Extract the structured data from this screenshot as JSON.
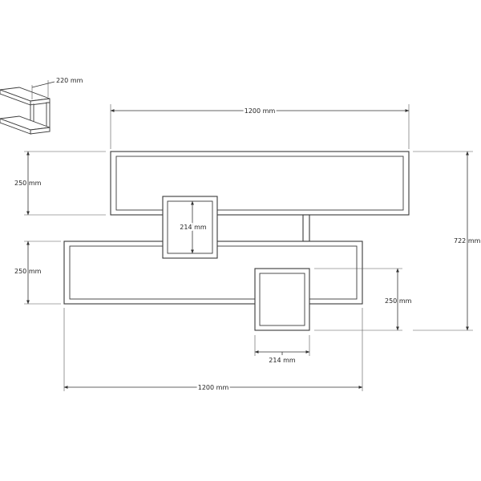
{
  "colors": {
    "line": "#3a3a3a",
    "text": "#222222",
    "background": "#ffffff"
  },
  "detail": {
    "depth_label": "220 mm"
  },
  "dimensions": {
    "top_width": "1200 mm",
    "top_height": "250 mm",
    "upper_box_height": "214 mm",
    "total_height": "722 mm",
    "bottom_height": "250 mm",
    "lower_box_height": "250 mm",
    "lower_box_width": "214 mm",
    "bottom_width": "1200 mm"
  }
}
